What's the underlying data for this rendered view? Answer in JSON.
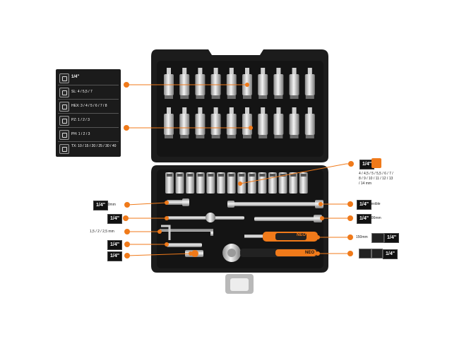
{
  "legend": {
    "drive": "1/4\"",
    "rows": [
      {
        "icon": "slotted-bit-icon",
        "text": "SL: 4 / 5,5 / 7"
      },
      {
        "icon": "hex-bit-icon",
        "text": "HEX: 3 / 4 / 5 / 6 / 7 / 8"
      },
      {
        "icon": "pozidriv-bit-icon",
        "text": "PZ: 1 / 2 / 3"
      },
      {
        "icon": "phillips-bit-icon",
        "text": "PH: 1 / 2 / 3"
      },
      {
        "icon": "torx-bit-icon",
        "text": "TX: 10 / 15 / 20 / 25 / 30 / 40"
      }
    ]
  },
  "callouts": {
    "sockets_drive": "1/4\"",
    "sockets_sizes": "4 / 4,5 / 5 / 5,5 / 6 / 7 / 8 / 9 / 10 / 11 / 12 / 13 / 14 mm",
    "ext50_drive": "1/4\"",
    "ext50_size": "50mm",
    "tbar_drive": "1/4\"",
    "hex_keys": "1,5 / 2 / 2,5 mm",
    "adapter_drive": "1/4\"",
    "ujoint_drive": "1/4\"",
    "flex_drive": "1/4\"",
    "flex_label": "flexible",
    "ext100_drive": "1/4\"",
    "ext100_size": "100mm",
    "driver_size": "150mm",
    "driver_drive": "1/4\"",
    "ratchet_drive": "1/4\""
  },
  "brand": "NEO",
  "colors": {
    "accent": "#f07a1a",
    "case": "#1c1c1c",
    "leader": "#f07a1a"
  }
}
